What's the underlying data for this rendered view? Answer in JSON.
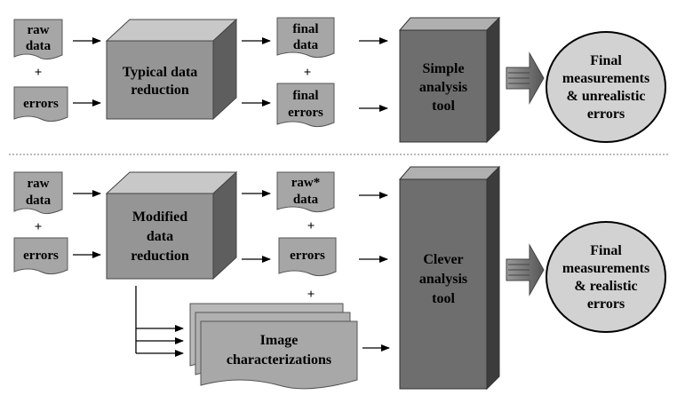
{
  "top": {
    "raw_data": [
      "raw",
      "data"
    ],
    "plus1": "+",
    "errors": "errors",
    "reduction": [
      "Typical data",
      "reduction"
    ],
    "final_data": [
      "final",
      "data"
    ],
    "plus2": "+",
    "final_errors": [
      "final",
      "errors"
    ],
    "tool": [
      "Simple",
      "analysis",
      "tool"
    ],
    "result": [
      "Final",
      "measurements",
      "& unrealistic",
      "errors"
    ]
  },
  "bottom": {
    "raw_data": [
      "raw",
      "data"
    ],
    "plus1": "+",
    "errors": "errors",
    "reduction": [
      "Modified",
      "data",
      "reduction"
    ],
    "raw_star_data": [
      "raw*",
      "data"
    ],
    "plus2": "+",
    "errors_out": "errors",
    "plus3": "+",
    "image_char": [
      "Image",
      "characterizations"
    ],
    "tool": [
      "Clever",
      "analysis",
      "tool"
    ],
    "result": [
      "Final",
      "measurements",
      "& realistic",
      "errors"
    ]
  }
}
